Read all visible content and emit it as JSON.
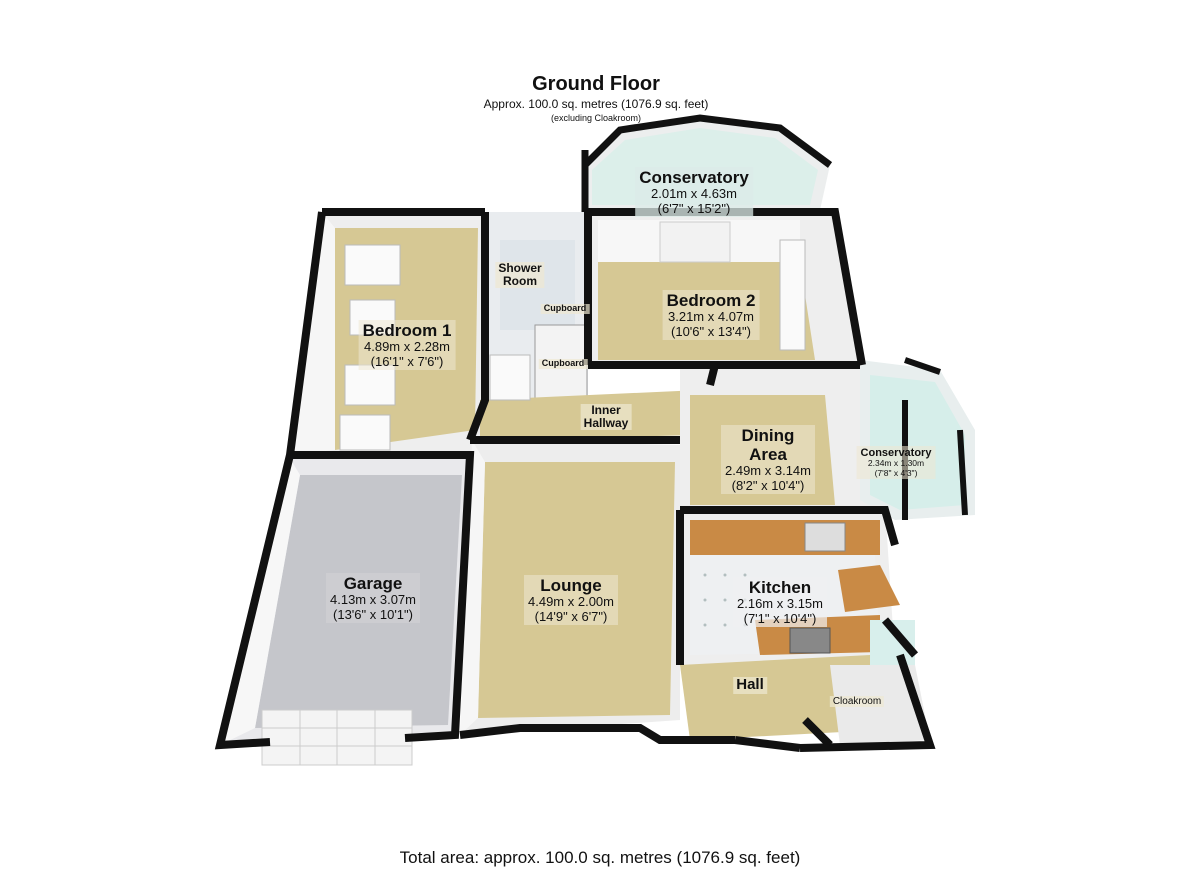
{
  "header": {
    "title": "Ground Floor",
    "area": "Approx. 100.0 sq. metres (1076.9 sq. feet)",
    "note": "(excluding Cloakroom)"
  },
  "rooms": {
    "conservatory_top": {
      "name": "Conservatory",
      "metric": "2.01m x 4.63m",
      "imperial": "(6'7\" x 15'2\")"
    },
    "bedroom1": {
      "name": "Bedroom 1",
      "metric": "4.89m x 2.28m",
      "imperial": "(16'1\" x 7'6\")"
    },
    "bedroom2": {
      "name": "Bedroom 2",
      "metric": "3.21m x 4.07m",
      "imperial": "(10'6\" x 13'4\")"
    },
    "dining": {
      "name_line1": "Dining",
      "name_line2": "Area",
      "metric": "2.49m x 3.14m",
      "imperial": "(8'2\" x 10'4\")"
    },
    "conservatory_side": {
      "name": "Conservatory",
      "metric": "2.34m x 1.30m",
      "imperial": "(7'8\" x 4'3\")"
    },
    "garage": {
      "name": "Garage",
      "metric": "4.13m x 3.07m",
      "imperial": "(13'6\" x 10'1\")"
    },
    "lounge": {
      "name": "Lounge",
      "metric": "4.49m x 2.00m",
      "imperial": "(14'9\" x 6'7\")"
    },
    "kitchen": {
      "name": "Kitchen",
      "metric": "2.16m x 3.15m",
      "imperial": "(7'1\" x 10'4\")"
    }
  },
  "labels": {
    "shower_line1": "Shower",
    "shower_line2": "Room",
    "cupboard1": "Cupboard",
    "cupboard2": "Cupboard",
    "inner_line1": "Inner",
    "inner_line2": "Hallway",
    "hall": "Hall",
    "cloakroom": "Cloakroom"
  },
  "footer": {
    "total": "Total area: approx. 100.0 sq. metres (1076.9 sq. feet)"
  },
  "colors": {
    "wall": "#111111",
    "carpet": "#d9cc9c",
    "garage_floor": "#c8c8cc",
    "wall_inner": "#f4f4f4",
    "glass": "#d8efec",
    "worktop": "#c98a45",
    "tile": "#eef0f2"
  }
}
